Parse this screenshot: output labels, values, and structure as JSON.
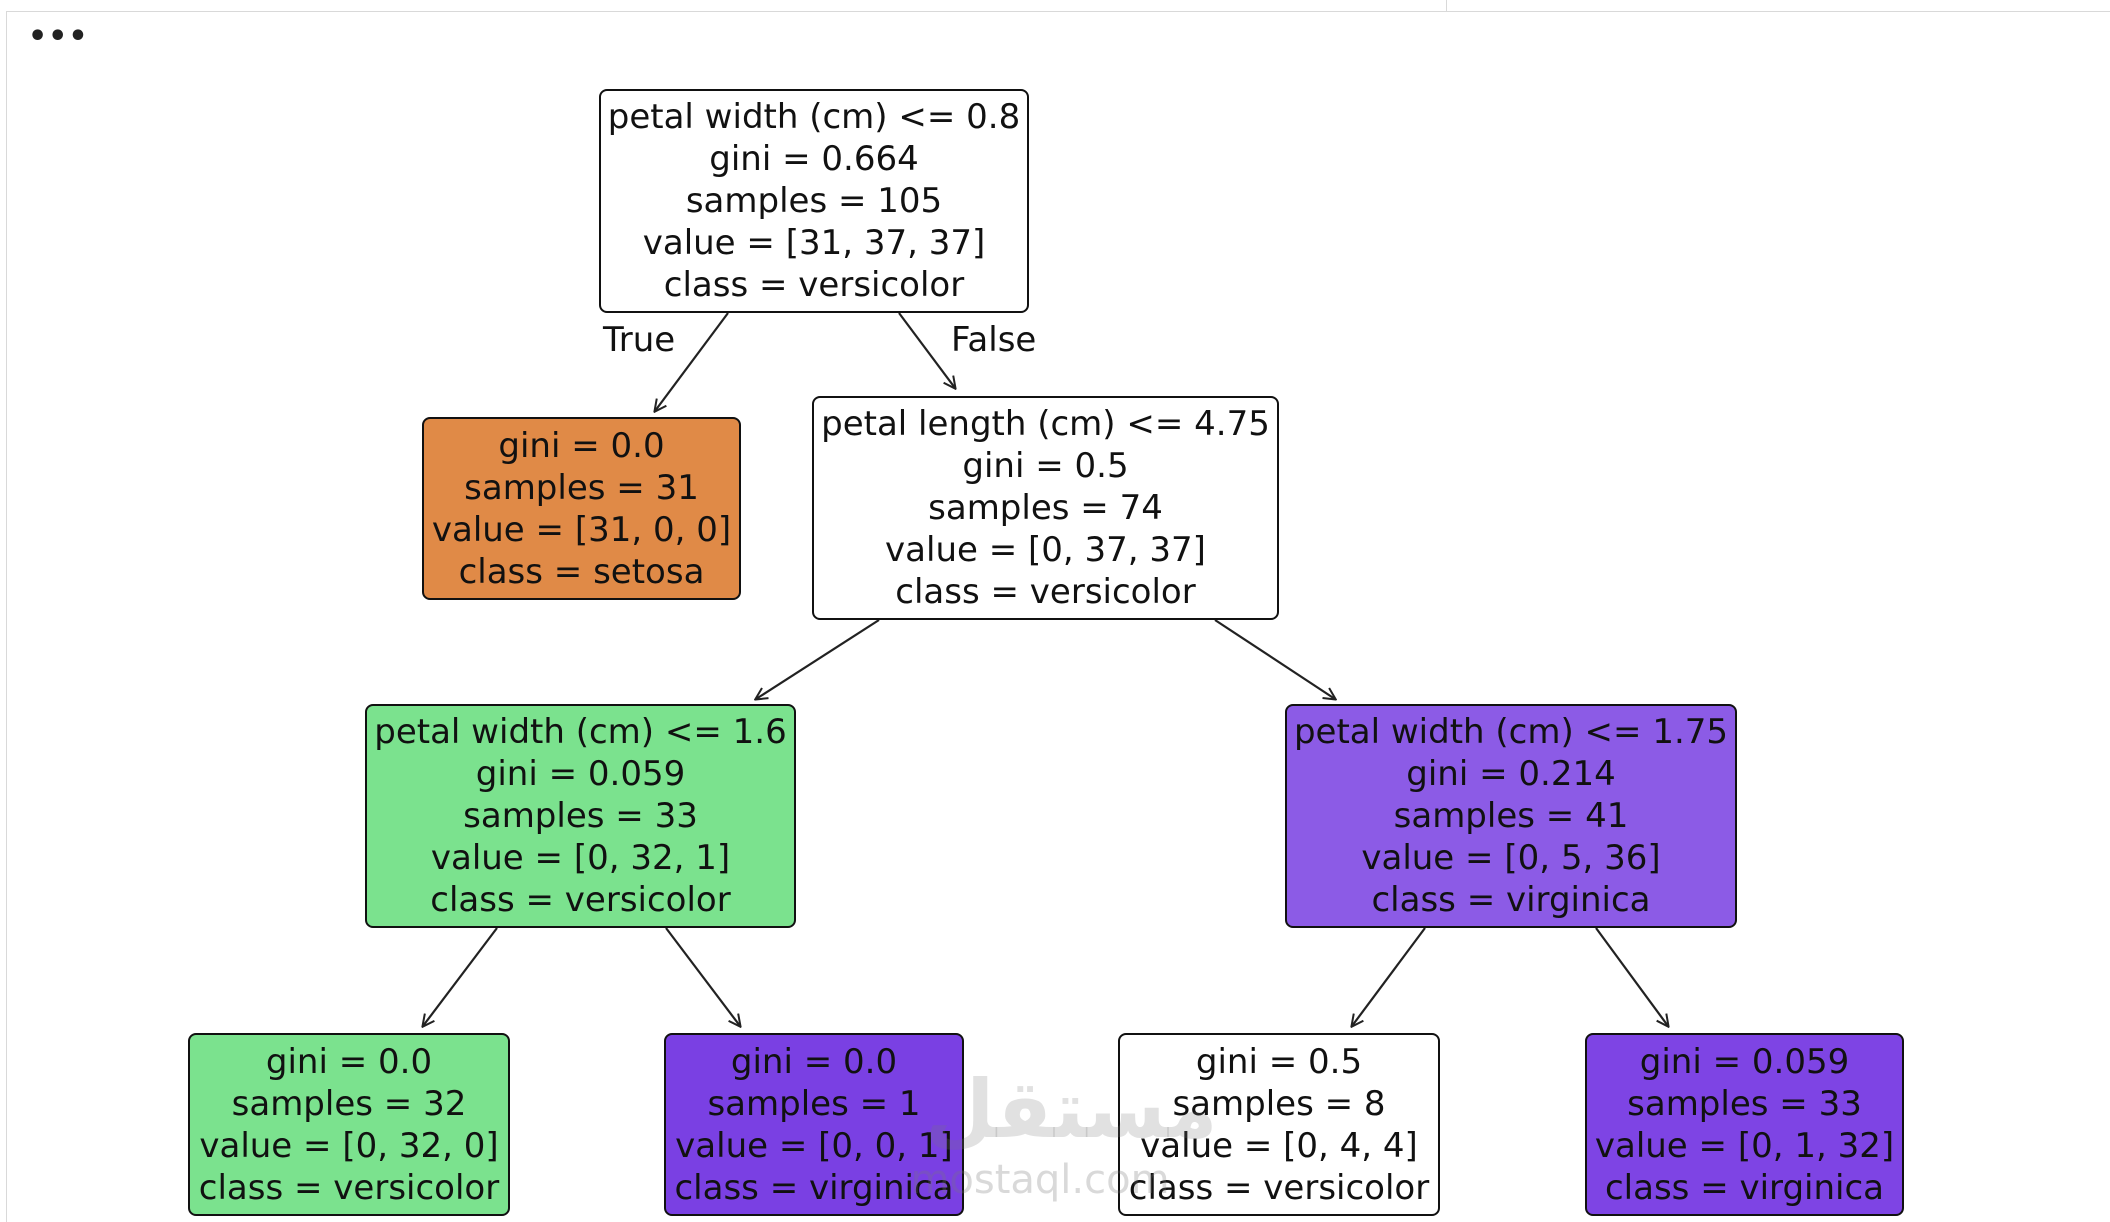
{
  "output_prompt": "•••",
  "edge_labels": {
    "true_label": "True",
    "false_label": "False"
  },
  "nodes": {
    "root": {
      "color": "#ffffff",
      "lines": [
        "petal width (cm) <= 0.8",
        "gini = 0.664",
        "samples = 105",
        "value = [31, 37, 37]",
        "class = versicolor"
      ]
    },
    "setosa_leaf": {
      "color": "#e08a47",
      "lines": [
        "gini = 0.0",
        "samples = 31",
        "value = [31, 0, 0]",
        "class = setosa"
      ]
    },
    "petal_length_split": {
      "color": "#ffffff",
      "lines": [
        "petal length (cm) <= 4.75",
        "gini = 0.5",
        "samples = 74",
        "value = [0, 37, 37]",
        "class = versicolor"
      ]
    },
    "petal_width_16_split": {
      "color": "#7be28e",
      "lines": [
        "petal width (cm) <= 1.6",
        "gini = 0.059",
        "samples = 33",
        "value = [0, 32, 1]",
        "class = versicolor"
      ]
    },
    "petal_width_175_split": {
      "color": "#8c5be6",
      "lines": [
        "petal width (cm) <= 1.75",
        "gini = 0.214",
        "samples = 41",
        "value = [0, 5, 36]",
        "class = virginica"
      ]
    },
    "versicolor_leaf_32": {
      "color": "#7be28e",
      "lines": [
        "gini = 0.0",
        "samples = 32",
        "value = [0, 32, 0]",
        "class = versicolor"
      ]
    },
    "virginica_leaf_1": {
      "color": "#7a40e3",
      "lines": [
        "gini = 0.0",
        "samples = 1",
        "value = [0, 0, 1]",
        "class = virginica"
      ]
    },
    "versicolor_leaf_8": {
      "color": "#ffffff",
      "lines": [
        "gini = 0.5",
        "samples = 8",
        "value = [0, 4, 4]",
        "class = versicolor"
      ]
    },
    "virginica_leaf_33": {
      "color": "#7e44e4",
      "lines": [
        "gini = 0.059",
        "samples = 33",
        "value = [0, 1, 32]",
        "class = virginica"
      ]
    }
  },
  "watermark": {
    "arabic": "مستقل",
    "latin": "mostaql.com"
  }
}
